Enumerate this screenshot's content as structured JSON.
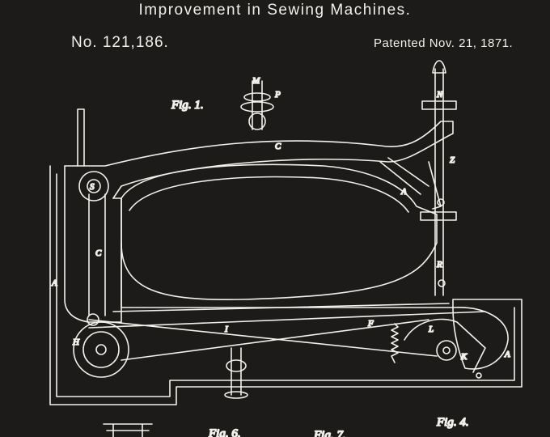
{
  "header": {
    "title": "Improvement in Sewing Machines.",
    "patent_number": "No. 121,186.",
    "patent_date": "Patented Nov. 21, 1871."
  },
  "figures": {
    "fig1": "Fig. 1.",
    "fig4": "Fig. 4.",
    "fig6": "Fig. 6.",
    "fig7": "Fig. 7."
  },
  "labels": {
    "M": "M",
    "P": "P",
    "C_top": "C",
    "C_left": "C",
    "A_left": "A",
    "A_arm": "A",
    "A_right": "A",
    "S": "S",
    "I": "I",
    "F": "F",
    "L": "L",
    "K": "K",
    "H": "H",
    "Z": "Z",
    "N": "N",
    "R": "R"
  },
  "colors": {
    "background": "#1d1b19",
    "ink": "#f2f0ea"
  }
}
